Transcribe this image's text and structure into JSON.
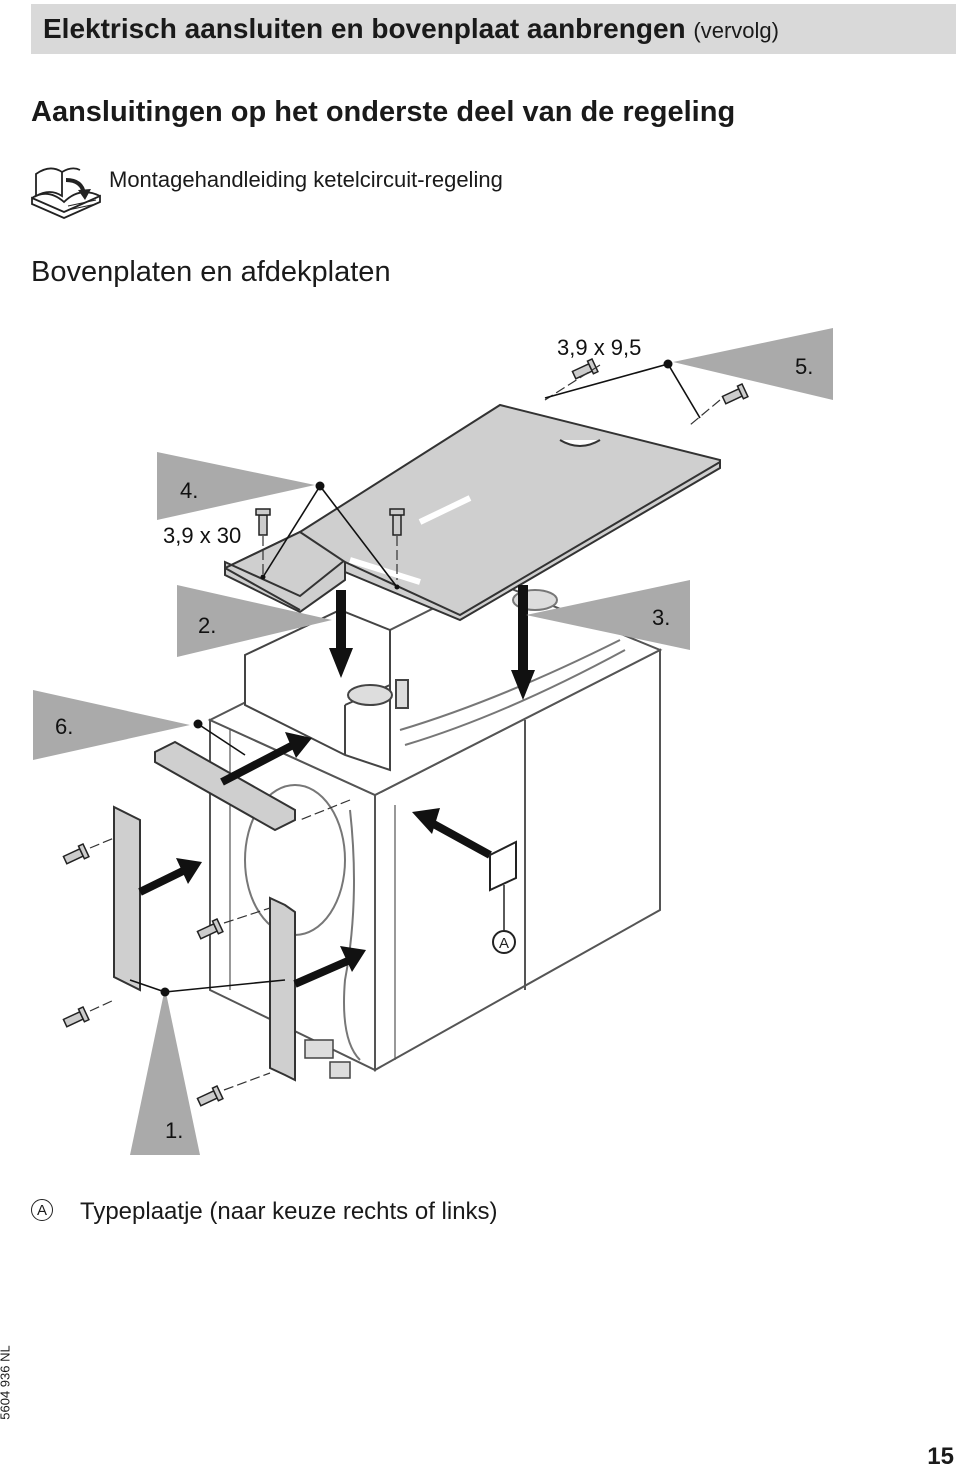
{
  "header": {
    "title": "Elektrisch aansluiten en bovenplaat aanbrengen",
    "suffix": "(vervolg)"
  },
  "section1": {
    "title": "Aansluitingen op het onderste deel van de regeling"
  },
  "reference": {
    "icon": "book-icon",
    "text": "Montagehandleiding ketelcircuit-regeling"
  },
  "section2": {
    "title": "Bovenplaten en afdekplaten"
  },
  "figure": {
    "screw_top": "3,9 x 9,5",
    "screw_mid": "3,9 x 30",
    "steps": [
      "1.",
      "2.",
      "3.",
      "4.",
      "5.",
      "6."
    ],
    "marker_a": "A"
  },
  "legend": {
    "marker": "A",
    "text": "Typeplaatje (naar keuze rechts of links)"
  },
  "footer": {
    "doc_number": "5604 936 NL",
    "page": "15"
  }
}
